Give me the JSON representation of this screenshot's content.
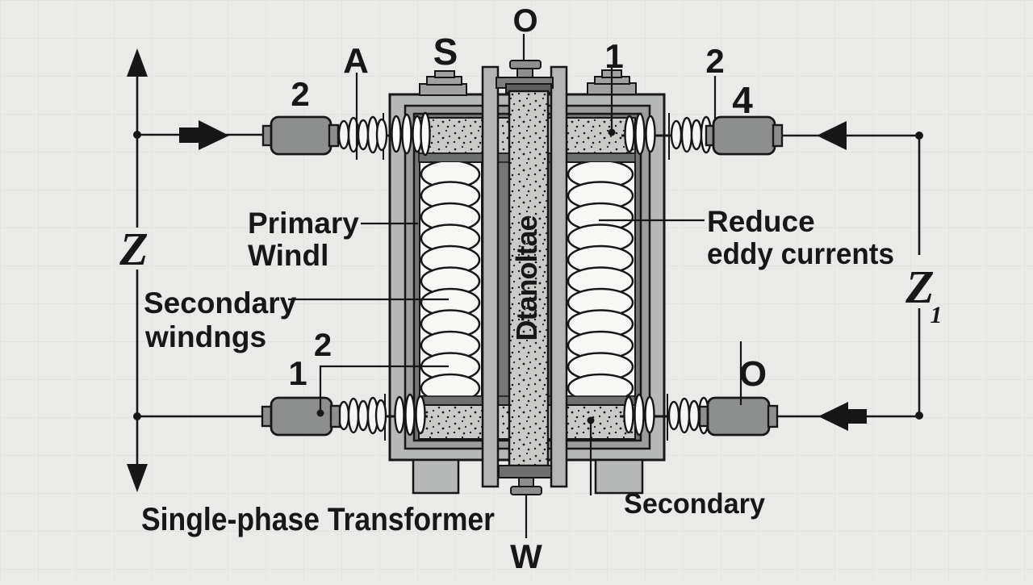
{
  "title": "Single-phase Transformer",
  "labels": {
    "top_left_2": "2",
    "top_a": "A",
    "top_s": "S",
    "top_o": "O",
    "top_1": "1",
    "top_right_2": "2",
    "top_right_4": "4",
    "left_z": "Z",
    "primary_line1": "Primary",
    "primary_line2": "Windl",
    "secondary_line1": "Secondary",
    "secondary_line2": "windngs",
    "bottom_left_1": "1",
    "bottom_left_2": "2",
    "reduce_line1": "Reduce",
    "reduce_line2": "eddy currents",
    "right_z": "Z",
    "right_z_sub": "1",
    "bottom_right_o": "O",
    "bottom_right_secondary": "Secondary",
    "bottom_w": "W",
    "core_vertical_text": "Dtanoltae"
  },
  "colors": {
    "background": "#eaebe9",
    "grid_line": "#dcdedc",
    "ink": "#171717",
    "frame_light": "#b6b8b7",
    "frame_mid": "#9c9e9d",
    "frame_dark": "#747675",
    "bar_dark": "#6e706f",
    "stipple_fill": "#cacbc9",
    "metal": "#8d8f8e",
    "column": "#b3b5b4",
    "window_white": "#f5f5f3",
    "cap_dark": "#5e605f"
  }
}
